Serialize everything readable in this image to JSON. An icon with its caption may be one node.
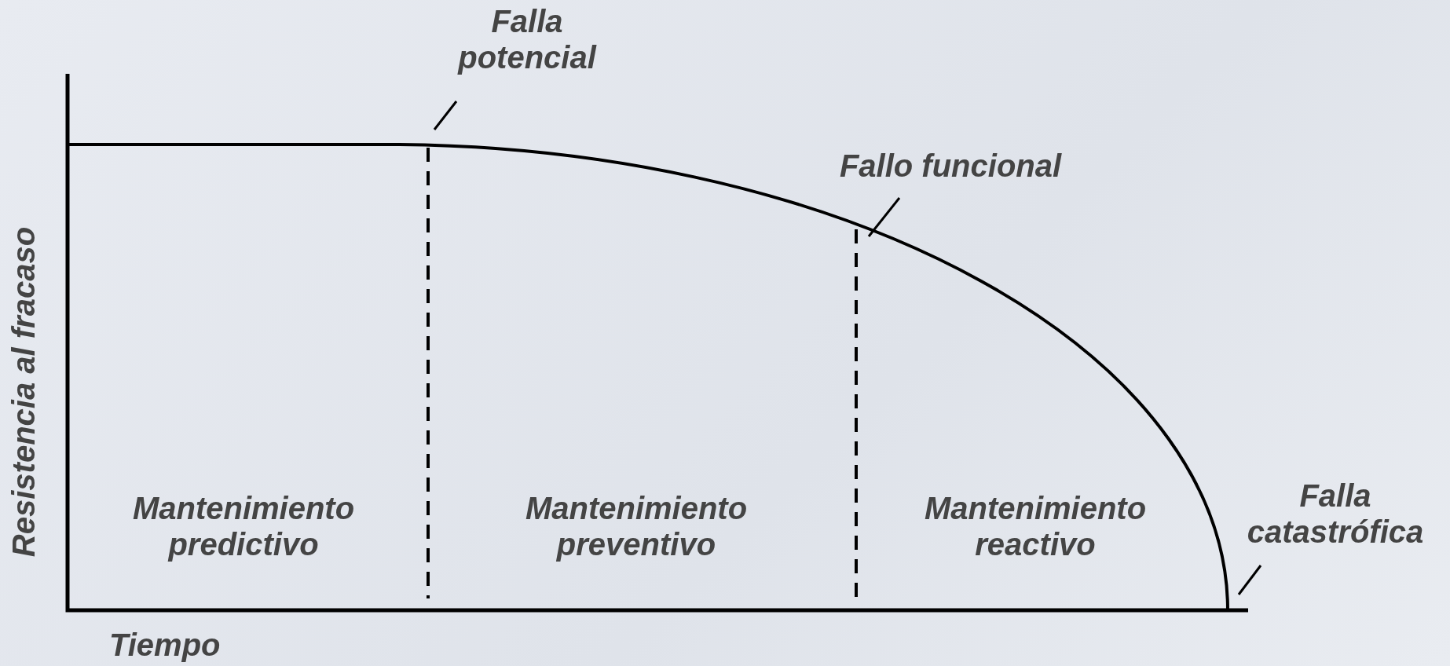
{
  "diagram": {
    "nodes": [
      {
        "text": [
          "Falla potencial"
        ]
      },
      {
        "text": [
          "Fallo funcional"
        ]
      },
      {
        "text": [
          "Falla catastrófica"
        ]
      }
    ],
    "edges": [
      {
        "from": 0,
        "to": null,
        "arrow": "none"
      },
      {
        "from": 1,
        "to": null,
        "arrow": "none"
      },
      {
        "from": 2,
        "to": null,
        "arrow": "none"
      }
    ],
    "labels": [
      "Resistencia al fracaso",
      "Mantenimiento predictivo",
      "Mantenimiento preventivo",
      "Mantenimiento reactivo",
      "Tiempo"
    ]
  }
}
